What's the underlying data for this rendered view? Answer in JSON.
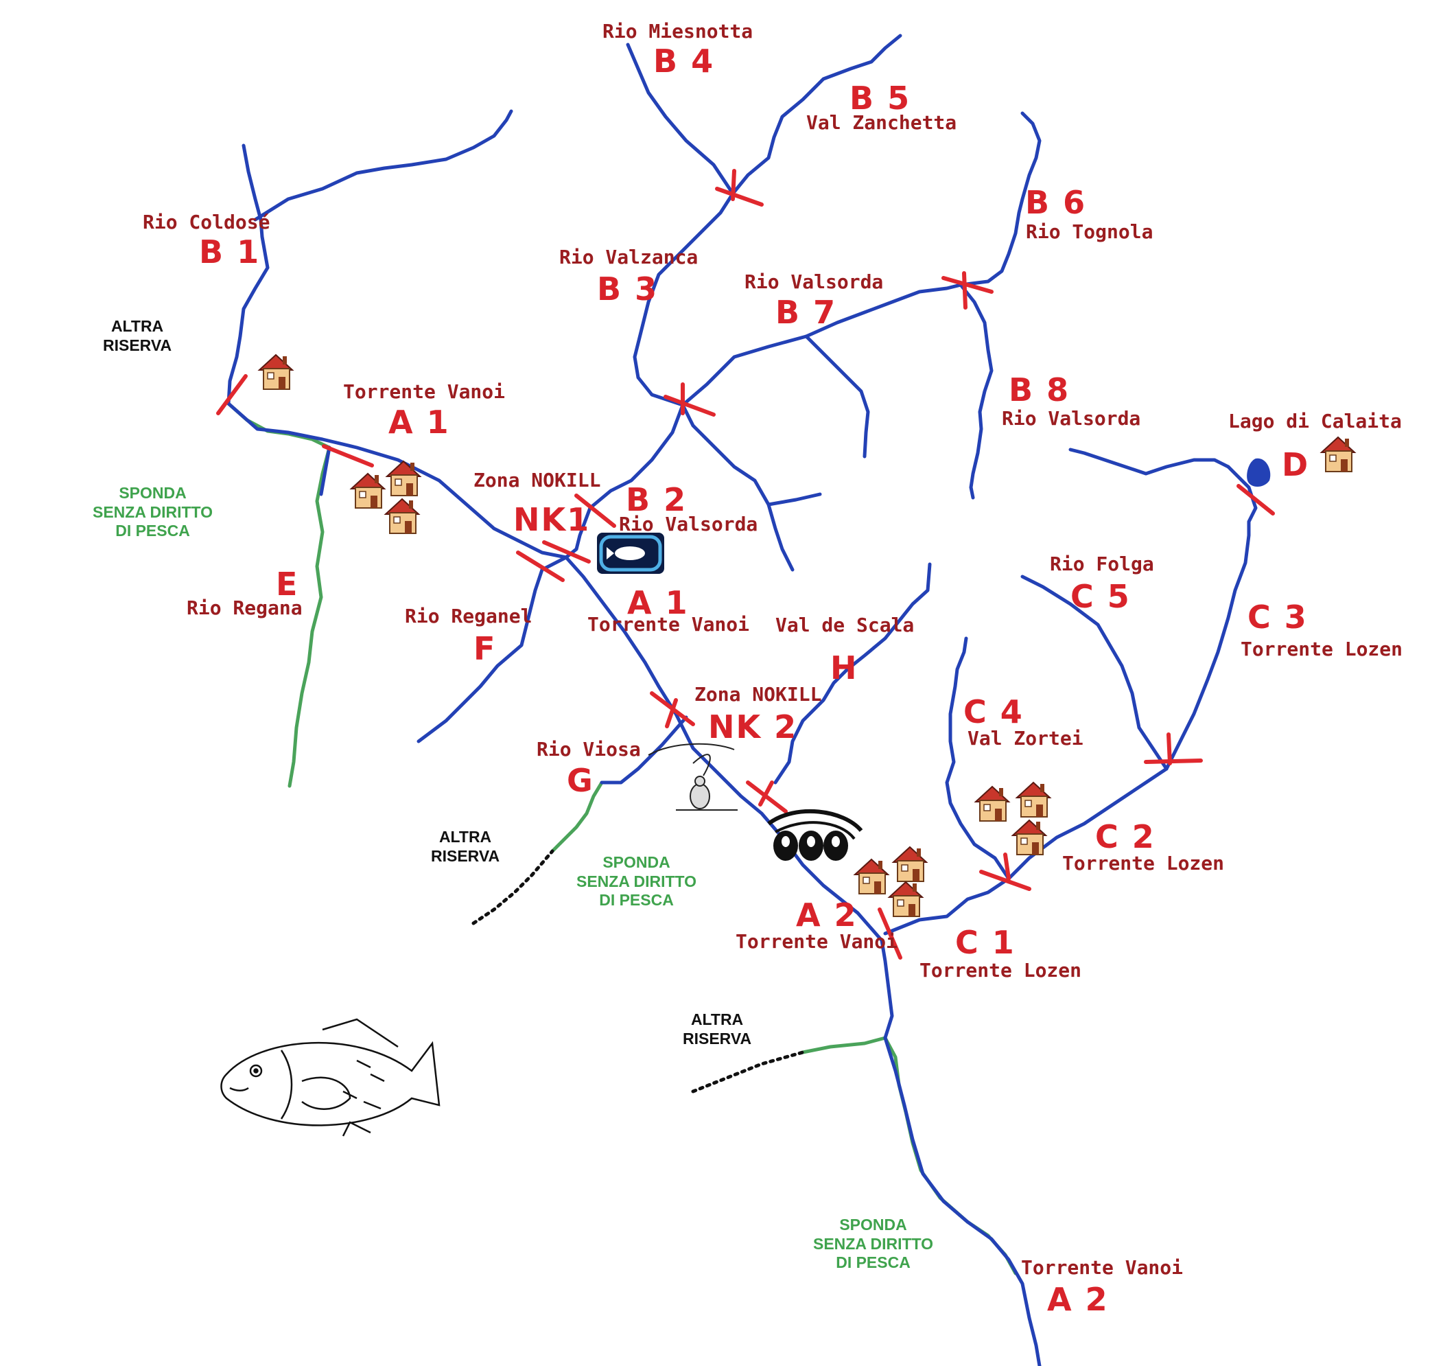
{
  "colors": {
    "river": "#2341b5",
    "no_fishing_bank": "#4aa35a",
    "boundary": "#e0282e",
    "code_text": "#d8232a",
    "name_text": "#9b1d20",
    "note_text": "#111111",
    "bank_note_text": "#3fa34d"
  },
  "zones": {
    "b1": {
      "name": "Rio Coldosé",
      "code": "B 1"
    },
    "b2": {
      "name": "Rio Valsorda",
      "code": "B 2"
    },
    "b3": {
      "name": "Rio Valzanca",
      "code": "B 3"
    },
    "b4": {
      "name": "Rio Miesnotta",
      "code": "B 4"
    },
    "b5": {
      "name": "Val Zanchetta",
      "code": "B 5"
    },
    "b6": {
      "name": "Rio Tognola",
      "code": "B 6"
    },
    "b7": {
      "name": "Rio Valsorda",
      "code": "B 7"
    },
    "b8": {
      "name": "Rio Valsorda",
      "code": "B 8"
    },
    "a1_top": {
      "name": "Torrente Vanoi",
      "code": "A 1"
    },
    "a1_mid": {
      "name": "Torrente Vanoi",
      "code": "A 1"
    },
    "a2_mid": {
      "name": "Torrente Vanoi",
      "code": "A 2"
    },
    "a2_bottom": {
      "name": "Torrente Vanoi",
      "code": "A 2"
    },
    "nk1": {
      "name": "Zona NOKILL",
      "code": "NK1"
    },
    "nk2": {
      "name": "Zona NOKILL",
      "code": "NK 2"
    },
    "c1": {
      "name": "Torrente Lozen",
      "code": "C 1"
    },
    "c2": {
      "name": "Torrente Lozen",
      "code": "C 2"
    },
    "c3": {
      "name": "Torrente Lozen",
      "code": "C 3"
    },
    "c4": {
      "name": "Val Zortei",
      "code": "C 4"
    },
    "c5": {
      "name": "Rio Folga",
      "code": "C 5"
    },
    "d": {
      "name": "Lago di Calaita",
      "code": "D"
    },
    "e": {
      "name": "Rio Regana",
      "code": "E"
    },
    "f": {
      "name": "Rio Reganel",
      "code": "F"
    },
    "g": {
      "name": "Rio Viosa",
      "code": "G"
    },
    "h": {
      "name": "Val de Scala",
      "code": "H"
    }
  },
  "notes": {
    "altra_riserva": "ALTRA\nRISERVA",
    "sponda": "SPONDA\nSENZA DIRITTO\nDI PESCA"
  },
  "icons": {
    "house": "house-icon",
    "fish": "fish-illustration",
    "nokill_sign": "no-kill-sign-icon",
    "angler": "fly-fisherman-icon",
    "tunnel": "tunnel-icon"
  }
}
